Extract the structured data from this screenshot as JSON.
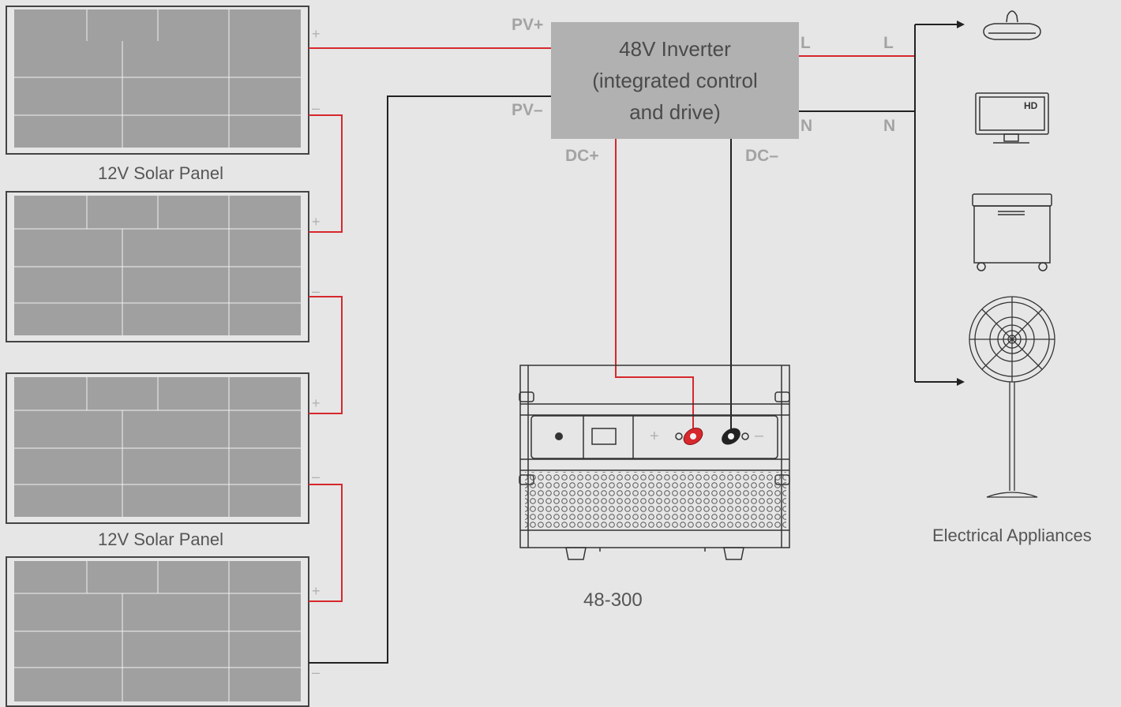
{
  "inverter": {
    "title": "48V Inverter",
    "subtitle_line1": "(integrated control",
    "subtitle_line2": "and drive)",
    "pv_plus": "PV+",
    "pv_minus": "PV–",
    "dc_plus": "DC+",
    "dc_minus": "DC–",
    "out_l": "L",
    "out_n": "N"
  },
  "wires": {
    "out_l": "L",
    "out_n": "N"
  },
  "panels": {
    "label_top": "12V Solar Panel",
    "label_bottom": "12V Solar Panel",
    "plus": "+",
    "minus": "–"
  },
  "battery": {
    "model": "48-300",
    "plus": "+",
    "minus": "–"
  },
  "appliances": {
    "label": "Electrical Appliances",
    "items": [
      "lamp-icon",
      "tv-icon",
      "freezer-icon",
      "fan-icon"
    ],
    "tv_badge": "HD"
  },
  "colors": {
    "positive_wire": "#d6282d",
    "negative_wire": "#222222",
    "inverter_box": "#b1b1b1",
    "panel_fill": "#a0a0a0"
  }
}
